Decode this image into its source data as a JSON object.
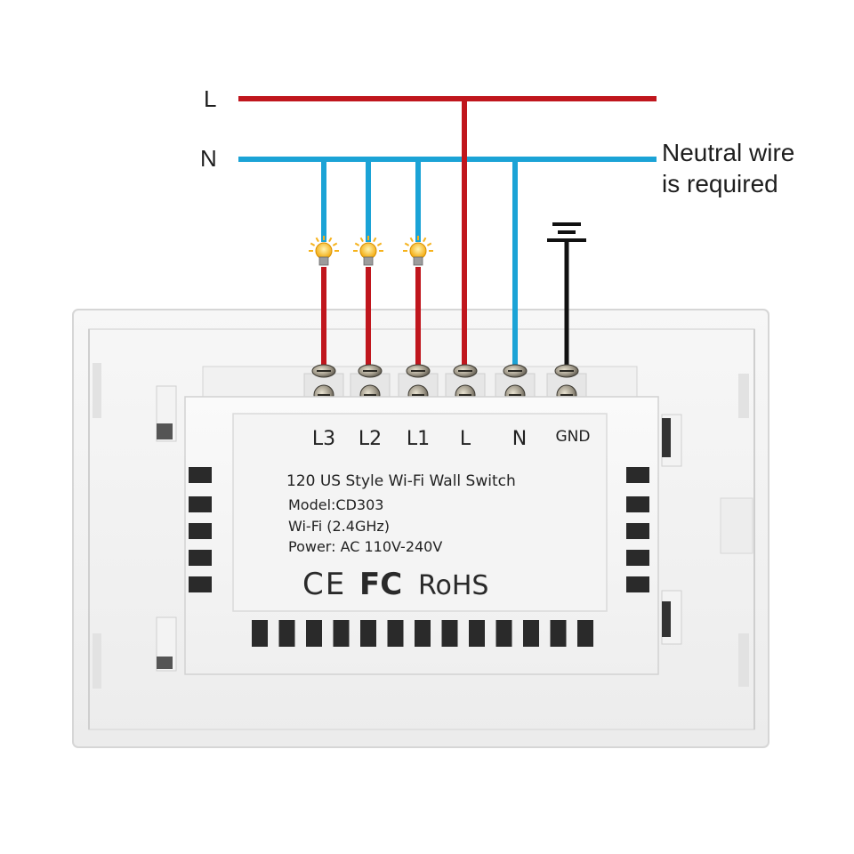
{
  "lines": {
    "live_label": "L",
    "neutral_label": "N",
    "note_line1": "Neutral wire",
    "note_line2": "is required"
  },
  "terminals": [
    "L3",
    "L2",
    "L1",
    "L",
    "N",
    "GND"
  ],
  "label_panel": {
    "title": "120 US Style Wi-Fi Wall Switch",
    "model": "Model:CD303",
    "wifi": "Wi-Fi (2.4GHz)",
    "power": "Power: AC 110V-240V",
    "cert_ce": "CE",
    "cert_fc": "FC",
    "cert_rohs": "RoHS"
  },
  "colors": {
    "live": "#c0161d",
    "neutral": "#1ba3d6",
    "ground": "#111111",
    "bulb": "#f6b21b"
  },
  "icons": [
    "light-bulb-icon",
    "ground-symbol-icon"
  ]
}
